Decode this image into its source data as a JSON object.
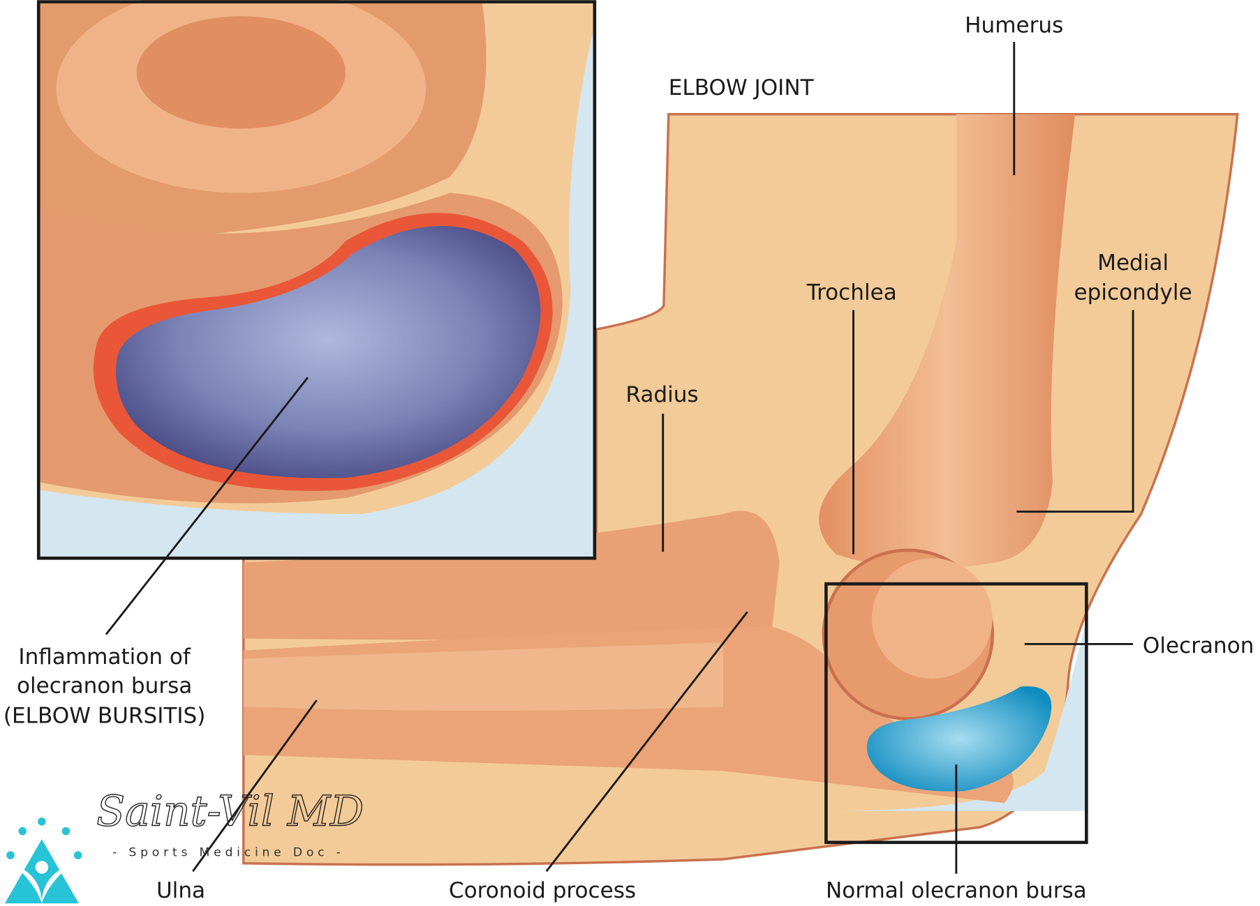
{
  "title": "ELBOW JOINT",
  "labels": {
    "humerus": "Humerus",
    "trochlea": "Trochlea",
    "medial_epicondyle_1": "Medial",
    "medial_epicondyle_2": "epicondyle",
    "radius": "Radius",
    "olecranon": "Olecranon",
    "inflammation_1": "Inflammation of",
    "inflammation_2": "olecranon bursa",
    "inflammation_3": "(ELBOW BURSITIS)",
    "ulna": "Ulna",
    "coronoid": "Coronoid process",
    "normal_bursa": "Normal olecranon bursa"
  },
  "logo": {
    "name": "Saint-Vil MD",
    "tagline": "- Sports Medicine Doc -"
  },
  "colors": {
    "skin": "#f3cb98",
    "bone": "#e9a273",
    "bone_dark": "#c9714f",
    "bg_blue": "#d4e6ef",
    "inflamed_bursa": "#5a5e9a",
    "normal_bursa": "#1ea3d3",
    "logo": "#27c3d6"
  }
}
